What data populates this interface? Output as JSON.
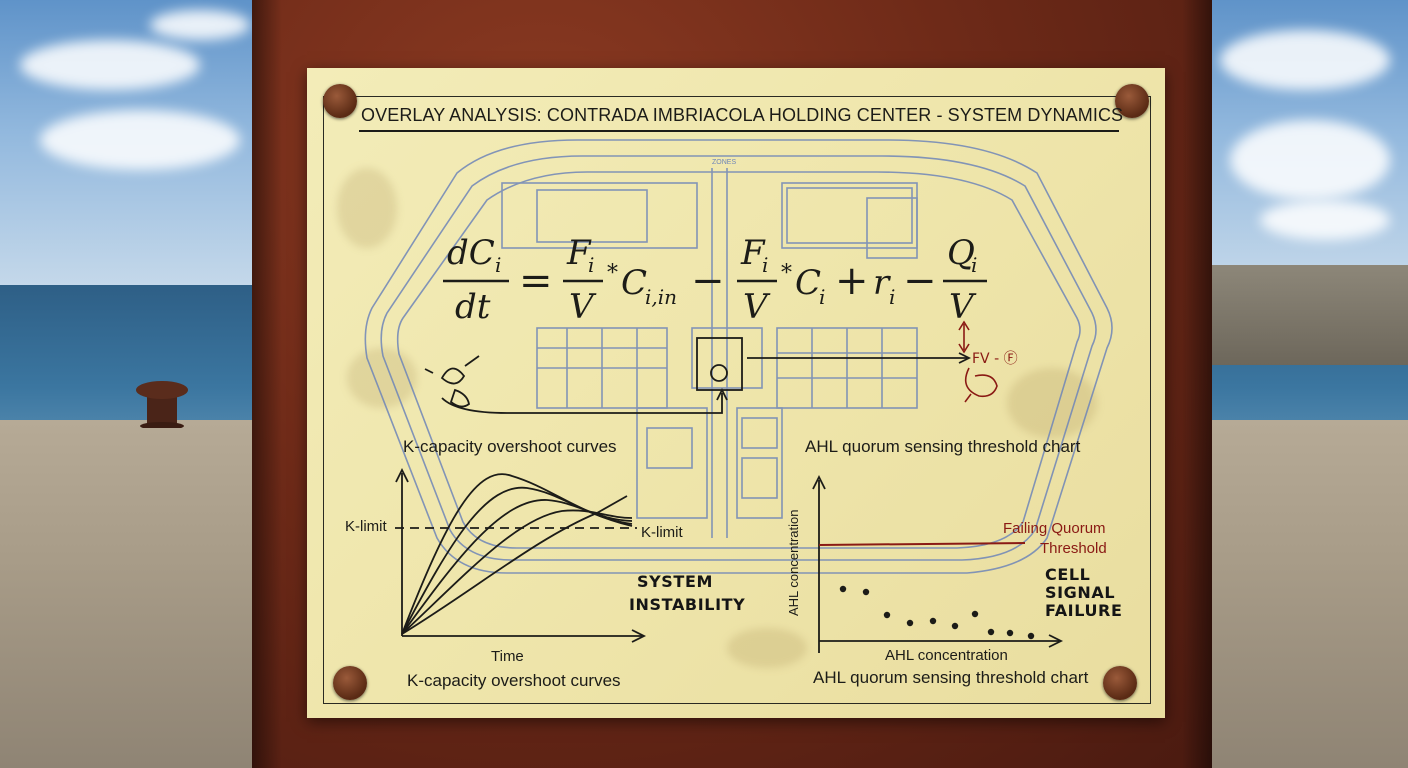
{
  "poster": {
    "title": "OVERLAY ANALYSIS: CONTRADA IMBRIACOLA HOLDING CENTER - SYSTEM DYNAMICS",
    "equation": {
      "lhs_num": "dC",
      "lhs_sub": "i",
      "lhs_den": "dt",
      "t1_num": "F",
      "t1_sub": "i",
      "t1_den": "V",
      "t1_var": "C",
      "t1_var_sub": "i,in",
      "t2_num": "F",
      "t2_sub": "i",
      "t2_den": "V",
      "t2_var": "C",
      "t2_var_sub": "i",
      "t3_var": "r",
      "t3_sub": "i",
      "t4_num": "Q",
      "t4_sub": "i",
      "t4_den": "V"
    },
    "annotation_red": "FV - Ⓕ",
    "left_chart": {
      "heading": "K-capacity overshoot curves",
      "k_limit_left": "K-limit",
      "k_limit_right": "K-limit",
      "xlabel": "Time",
      "caption": "K-capacity overshoot curves"
    },
    "right_chart": {
      "heading": "AHL quorum sensing threshold chart",
      "ylabel": "AHL concentration",
      "xlabel": "AHL concentration",
      "threshold_line1": "Failing Quorum",
      "threshold_line2": "Threshold",
      "caption": "AHL quorum sensing threshold chart"
    },
    "handwritten_center_1": "SYSTEM",
    "handwritten_center_2": "INSTABILITY",
    "handwritten_right_1": "CELL",
    "handwritten_right_2": "SIGNAL",
    "handwritten_right_3": "FAILURE",
    "floorplan_small_labels": [
      "ZONES"
    ]
  },
  "colors": {
    "paper": "#efe6ac",
    "ink": "#1c1c18",
    "blueprint": "#6f86b8",
    "red_ink": "#8a1a14",
    "rust": "#6e2a18"
  }
}
